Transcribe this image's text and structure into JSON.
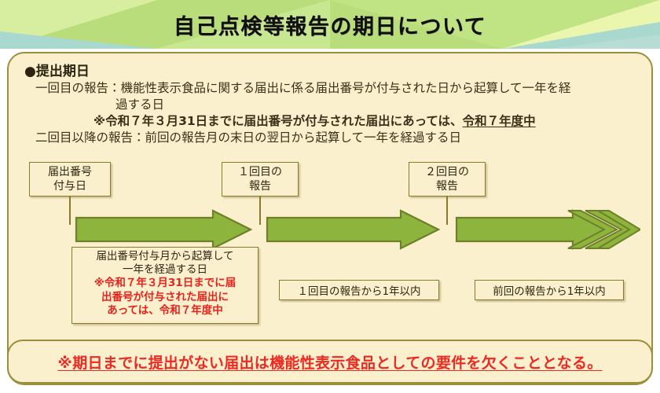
{
  "slide": {
    "title": "自己点検等報告の期日について",
    "colors": {
      "header_light_green": "#e7f3a6",
      "header_mid_green": "#b9dd7a",
      "header_teal": "#a9d8cf",
      "panel_cream": "#fbf0cd",
      "panel_border": "#9a8f3a",
      "arrow_green": "#8db43c",
      "arrow_outline": "#6f7f2a",
      "alert_red": "#e8231c",
      "body_text": "#3a3018"
    }
  },
  "body": {
    "section_bullet": "●",
    "section_heading": "提出期日",
    "first_report": {
      "label": "一回目の報告：",
      "text_line1": "機能性表示食品に関する届出に係る届出番号が付与された日から起算して一年を経",
      "text_line2": "過する日"
    },
    "first_report_note": {
      "prefix": "※令和７年３月31日までに届出番号が付与された届出にあっては、",
      "emphasis": "令和７年度中"
    },
    "second_report": {
      "label": "二回目以降の報告：",
      "text": "前回の報告月の末日の翌日から起算して一年を経過する日"
    }
  },
  "timeline": {
    "milestones": [
      {
        "name": "issue-date",
        "line1": "届出番号",
        "line2": "付与日"
      },
      {
        "name": "first-report",
        "line1": "１回目の",
        "line2": "報告"
      },
      {
        "name": "second-report",
        "line1": "２回目の",
        "line2": "報告"
      }
    ],
    "arrows": [
      {
        "name": "arrow-segment-1",
        "style": "single"
      },
      {
        "name": "arrow-segment-2",
        "style": "single"
      },
      {
        "name": "arrow-segment-3",
        "style": "chevron-continue"
      }
    ],
    "note_box": {
      "line1": "届出番号付与月から起算して",
      "line2": "一年を経過する日",
      "red_line1": "※令和７年３月31日までに届",
      "red_line2": "出番号が付与された届出に",
      "red_line3": "あっては、令和７年度中"
    },
    "captions": [
      {
        "name": "caption-first-interval",
        "text": "１回目の報告から1年以内"
      },
      {
        "name": "caption-next-interval",
        "text": "前回の報告から1年以内"
      }
    ]
  },
  "footer": {
    "warning": "※期日までに提出がない届出は機能性表示食品としての要件を欠くこととなる。"
  }
}
